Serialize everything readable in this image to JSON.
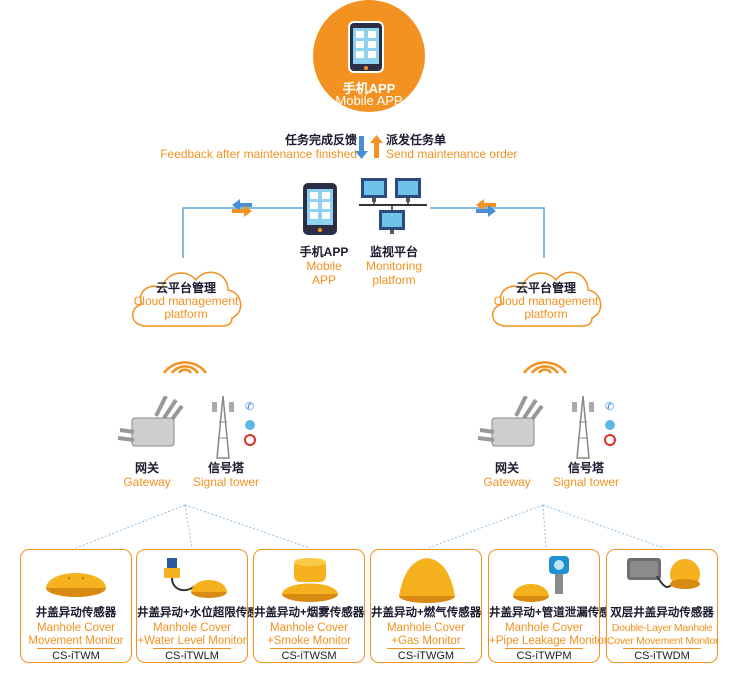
{
  "app": {
    "name_cn": "手机APP",
    "name_en": "Mobile APP"
  },
  "feedback": {
    "cn": "任务完成反馈",
    "en": "Feedback after maintenance finished"
  },
  "dispatch": {
    "cn": "派发任务单",
    "en": "Send maintenance order"
  },
  "mobile_app": {
    "cn": "手机APP",
    "en_line1": "Mobile",
    "en_line2": "APP"
  },
  "monitoring": {
    "cn": "监视平台",
    "en_line1": "Monitoring",
    "en_line2": "platform"
  },
  "cloud_left": {
    "cn": "云平台管理",
    "en_line1": "Cloud management",
    "en_line2": "platform"
  },
  "cloud_right": {
    "cn": "云平台管理",
    "en_line1": "Cloud management",
    "en_line2": "platform"
  },
  "gateway_left": {
    "cn": "网关",
    "en": "Gateway"
  },
  "tower_left": {
    "cn": "信号塔",
    "en": "Signal tower"
  },
  "gateway_right": {
    "cn": "网关",
    "en": "Gateway"
  },
  "tower_right": {
    "cn": "信号塔",
    "en": "Signal tower"
  },
  "products": [
    {
      "name_cn": "井盖异动传感器",
      "en_line1": "Manhole Cover",
      "en_line2": "Movement Monitor",
      "model": "CS-iTWM"
    },
    {
      "name_cn": "井盖异动+水位超限传感器",
      "en_line1": "Manhole Cover",
      "en_line2": "+Water Level Monitor",
      "model": "CS-iTWLM"
    },
    {
      "name_cn": "井盖异动+烟雾传感器",
      "en_line1": "Manhole Cover",
      "en_line2": "+Smoke Monitor",
      "model": "CS-iTWSM"
    },
    {
      "name_cn": "井盖异动+燃气传感器",
      "en_line1": "Manhole Cover",
      "en_line2": "+Gas Monitor",
      "model": "CS-iTWGM"
    },
    {
      "name_cn": "井盖异动+管道泄漏传感器",
      "en_line1": "Manhole Cover",
      "en_line2": "+Pipe Leakage Monitor",
      "model": "CS-iTWPM"
    },
    {
      "name_cn": "双层井盖异动传感器",
      "en_line1": "Double-Layer Manhole",
      "en_line2": "Cover Movement Monitor",
      "model": "CS-iTWDM"
    }
  ],
  "colors": {
    "accent": "#f39220",
    "blue": "#4a8fd4",
    "text": "#1a1a2e"
  }
}
